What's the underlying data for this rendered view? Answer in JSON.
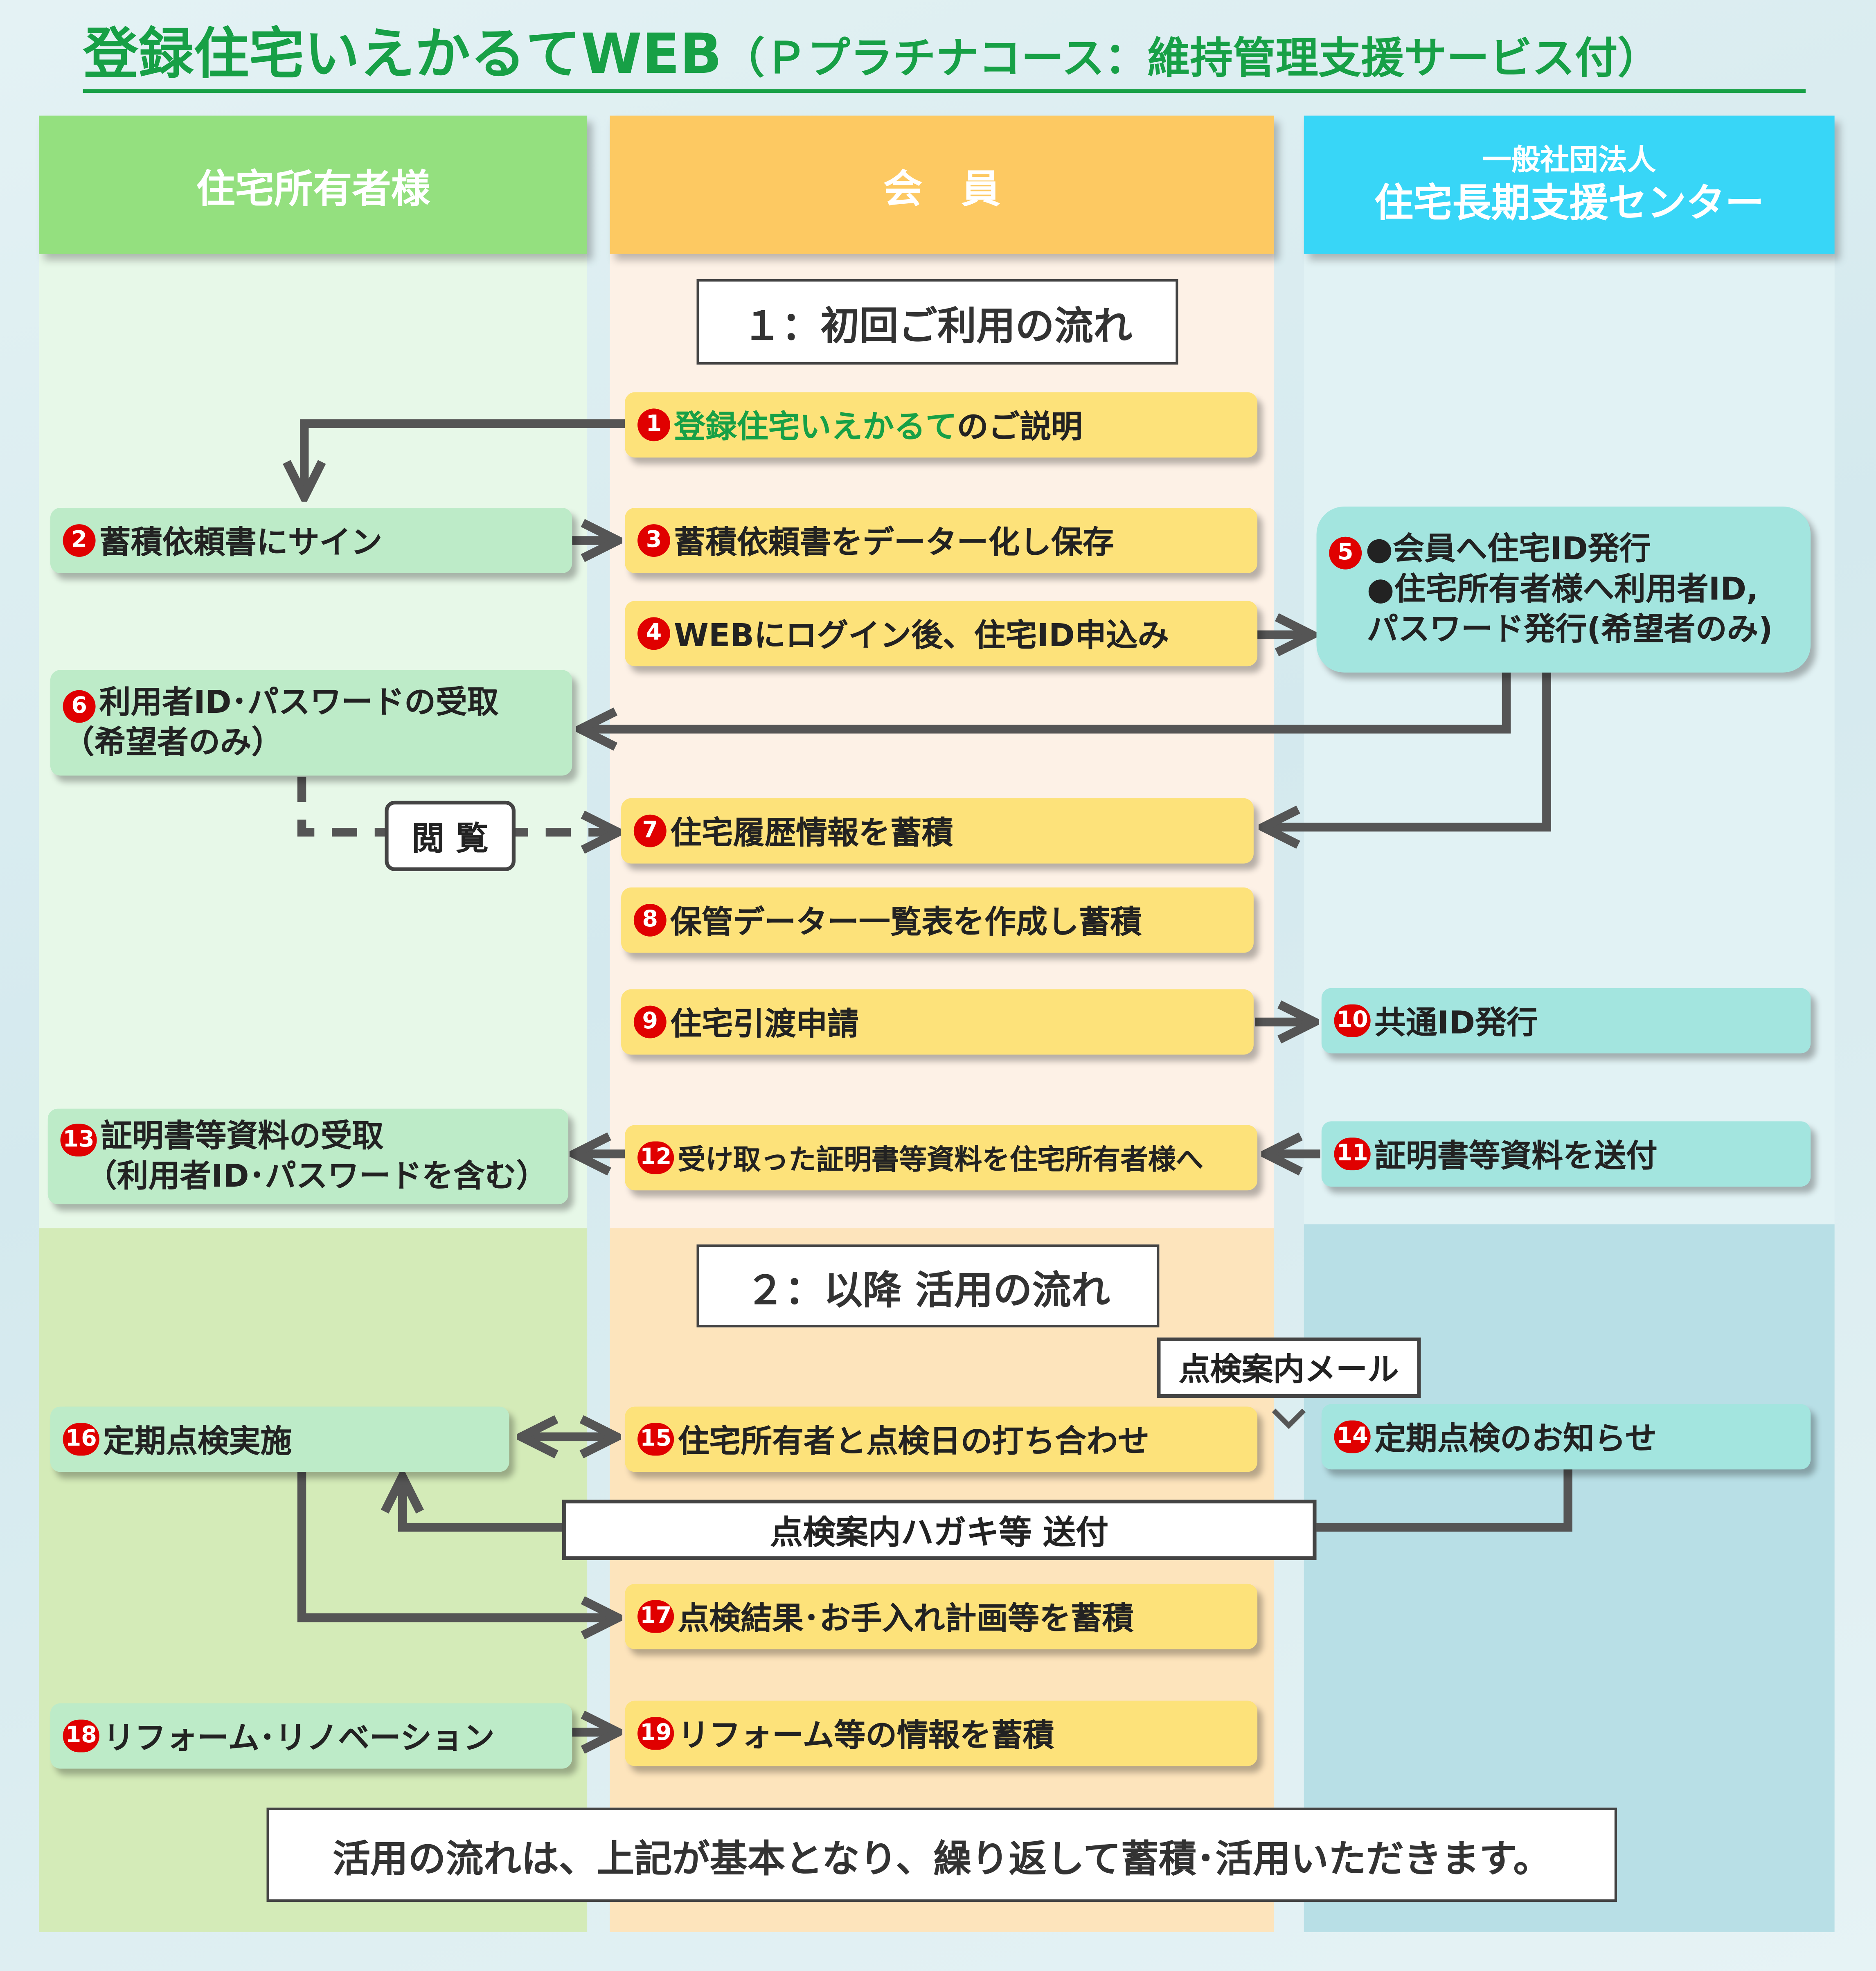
{
  "title": {
    "main": "登録住宅いえかるてWEB",
    "sub": "（Ｐプラチナコース：維持管理支援サービス付）"
  },
  "columns": {
    "owner": "住宅所有者様",
    "member": "会　員",
    "center_line1": "一般社団法人",
    "center_line2": "住宅長期支援センター"
  },
  "sections": {
    "first_use": "１：初回ご利用の流れ",
    "later_use": "２：以降 活用の流れ"
  },
  "steps": {
    "s1": {
      "num": "1",
      "highlight": "登録住宅いえかるて",
      "text": "のご説明"
    },
    "s2": {
      "num": "2",
      "text": "蓄積依頼書にサイン"
    },
    "s3": {
      "num": "3",
      "text": "蓄積依頼書をデーター化し保存"
    },
    "s4": {
      "num": "4",
      "text": "WEBにログイン後、住宅ID申込み"
    },
    "s5": {
      "num": "5",
      "line1": "●会員へ住宅ID発行",
      "line2": "●住宅所有者様へ利用者ID,",
      "line3": "パスワード発行(希望者のみ)"
    },
    "s6": {
      "num": "6",
      "line1": "利用者ID･パスワードの受取",
      "line2": "（希望者のみ）"
    },
    "s7": {
      "num": "7",
      "text": "住宅履歴情報を蓄積"
    },
    "s8": {
      "num": "8",
      "text": "保管データー一覧表を作成し蓄積"
    },
    "s9": {
      "num": "9",
      "text": "住宅引渡申請"
    },
    "s10": {
      "num": "10",
      "text": "共通ID発行"
    },
    "s11": {
      "num": "11",
      "text": "証明書等資料を送付"
    },
    "s12": {
      "num": "12",
      "text": "受け取った証明書等資料を住宅所有者様へ"
    },
    "s13": {
      "num": "13",
      "line1": "証明書等資料の受取",
      "line2": "（利用者ID･パスワードを含む）"
    },
    "s14": {
      "num": "14",
      "text": "定期点検のお知らせ"
    },
    "s15": {
      "num": "15",
      "text": "住宅所有者と点検日の打ち合わせ"
    },
    "s16": {
      "num": "16",
      "text": "定期点検実施"
    },
    "s17": {
      "num": "17",
      "text": "点検結果･お手入れ計画等を蓄積"
    },
    "s18": {
      "num": "18",
      "text": "リフォーム･リノベーション"
    },
    "s19": {
      "num": "19",
      "text": "リフォーム等の情報を蓄積"
    }
  },
  "labels": {
    "browse": "閲 覧",
    "inspection_mail": "点検案内メール",
    "postcard": "点検案内ハガキ等 送付"
  },
  "footer_note": "活用の流れは、上記が基本となり、繰り返して蓄積･活用いただきます。",
  "colors": {
    "title_green": "#17a046",
    "owner_head": "#94e07f",
    "member_head": "#fdc962",
    "center_head": "#38d6f7",
    "badge_red": "#e00000",
    "arrow_gray": "#555555"
  }
}
